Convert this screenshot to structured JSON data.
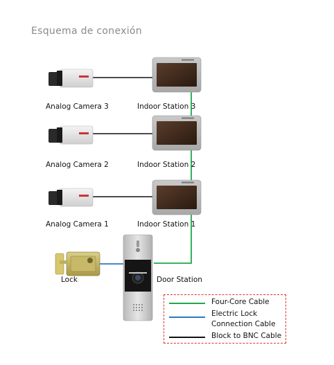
{
  "title": "Esquema de conexión",
  "devices": {
    "camera_3": "Analog Camera 3",
    "camera_2": "Analog Camera 2",
    "camera_1": "Analog Camera 1",
    "station_3": "Indoor Station 3",
    "station_2": "Indoor Station 2",
    "station_1": "Indoor Station 1",
    "lock": "Lock",
    "door_station": "Door Station"
  },
  "legend": [
    {
      "label": "Four-Core Cable",
      "color": "#1fa84a"
    },
    {
      "label": "Electric Lock\nConnection Cable",
      "color": "#2b78c2"
    },
    {
      "label": "Block to BNC Cable",
      "color": "#111111"
    }
  ],
  "colors": {
    "four_core": "#1fa84a",
    "lock_cable": "#2b78c2",
    "bnc": "#111111",
    "legend_border": "#d8342c"
  }
}
